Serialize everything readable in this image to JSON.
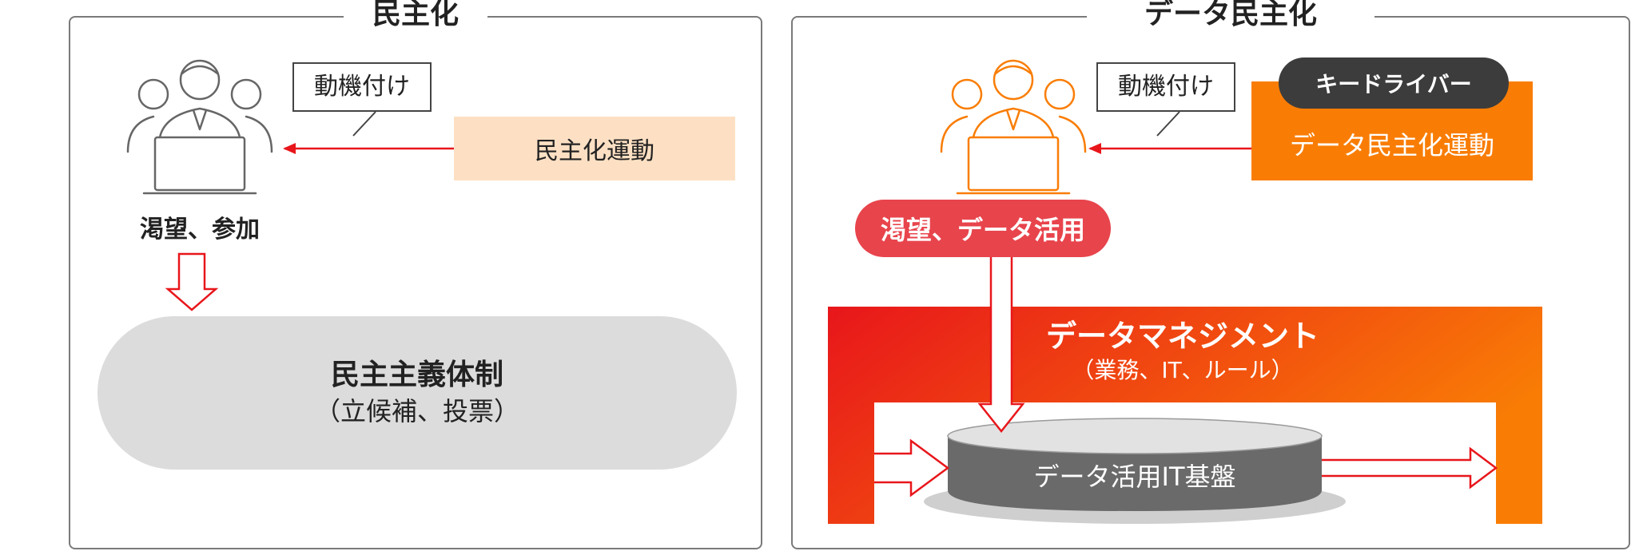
{
  "colors": {
    "panel_border": "#7a7a7a",
    "arrow_red": "#e8161b",
    "peach": "#fde0c3",
    "orange": "#f97d05",
    "dark_pill": "#3c3c3c",
    "red_pill": "#e8444c",
    "grey_ellipse": "#dcdcdc",
    "cylinder": "#6a6a6a"
  },
  "left": {
    "title": "民主化",
    "speech": "動機付け",
    "movement": "民主化運動",
    "desire": "渇望、参加",
    "system_title": "民主主義体制",
    "system_sub": "（立候補、投票）"
  },
  "right": {
    "title": "データ民主化",
    "speech": "動機付け",
    "key_driver": "キードライバー",
    "movement": "データ民主化運動",
    "desire": "渇望、データ活用",
    "management_title": "データマネジメント",
    "management_sub": "（業務、IT、ルール）",
    "platform": "データ活用IT基盤"
  },
  "icons": {
    "left_people": "people-with-laptop-icon",
    "right_people": "people-with-laptop-icon"
  }
}
